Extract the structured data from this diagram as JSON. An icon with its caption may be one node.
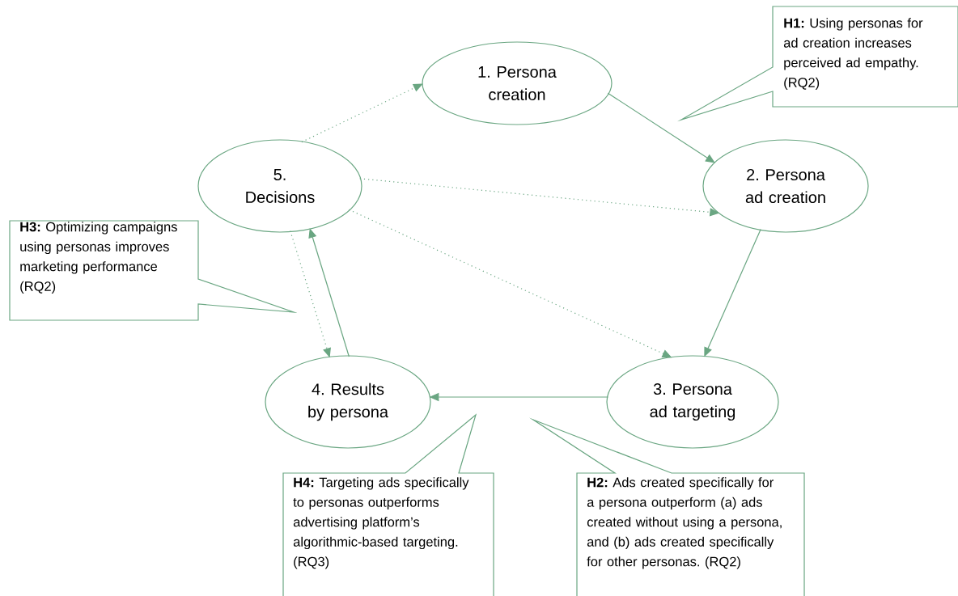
{
  "diagram": {
    "nodes": [
      {
        "text": [
          "1. Persona creation"
        ]
      },
      {
        "text": [
          "**H1:** Using personas for ad creation increases perceived ad empathy. (RQ2)"
        ]
      },
      {
        "text": [
          "5. Decisions"
        ]
      },
      {
        "text": [
          "2. Persona ad creation"
        ]
      },
      {
        "text": [
          "**H3:** Optimizing campaigns using personas improves marketing performance (RQ2)"
        ]
      },
      {
        "text": [
          "4. Results by persona"
        ]
      },
      {
        "text": [
          "3. Persona ad targeting"
        ]
      },
      {
        "text": [
          "**H4:** Targeting ads specifically to personas outperforms advertising platform’s algorithmic-based targeting. (RQ3)"
        ]
      },
      {
        "text": [
          "**H2:** Ads created specifically for a persona outperform (a) ads created without using a persona, and (b) ads created specifically for other personas. (RQ2)"
        ]
      }
    ],
    "edges": [
      {
        "from": 0,
        "to": 3,
        "arrow": "to"
      },
      {
        "from": 3,
        "to": 6,
        "arrow": "to"
      },
      {
        "from": 6,
        "to": 5,
        "arrow": "to"
      },
      {
        "from": 5,
        "to": 2,
        "arrow": "to"
      },
      {
        "from": 2,
        "to": 5,
        "arrow": "to",
        "style": "dashed"
      },
      {
        "from": 2,
        "to": 0,
        "arrow": "to",
        "style": "dashed"
      },
      {
        "from": 2,
        "to": 3,
        "arrow": "to",
        "style": "dashed"
      },
      {
        "from": 2,
        "to": 6,
        "arrow": "to",
        "style": "dashed"
      }
    ]
  }
}
